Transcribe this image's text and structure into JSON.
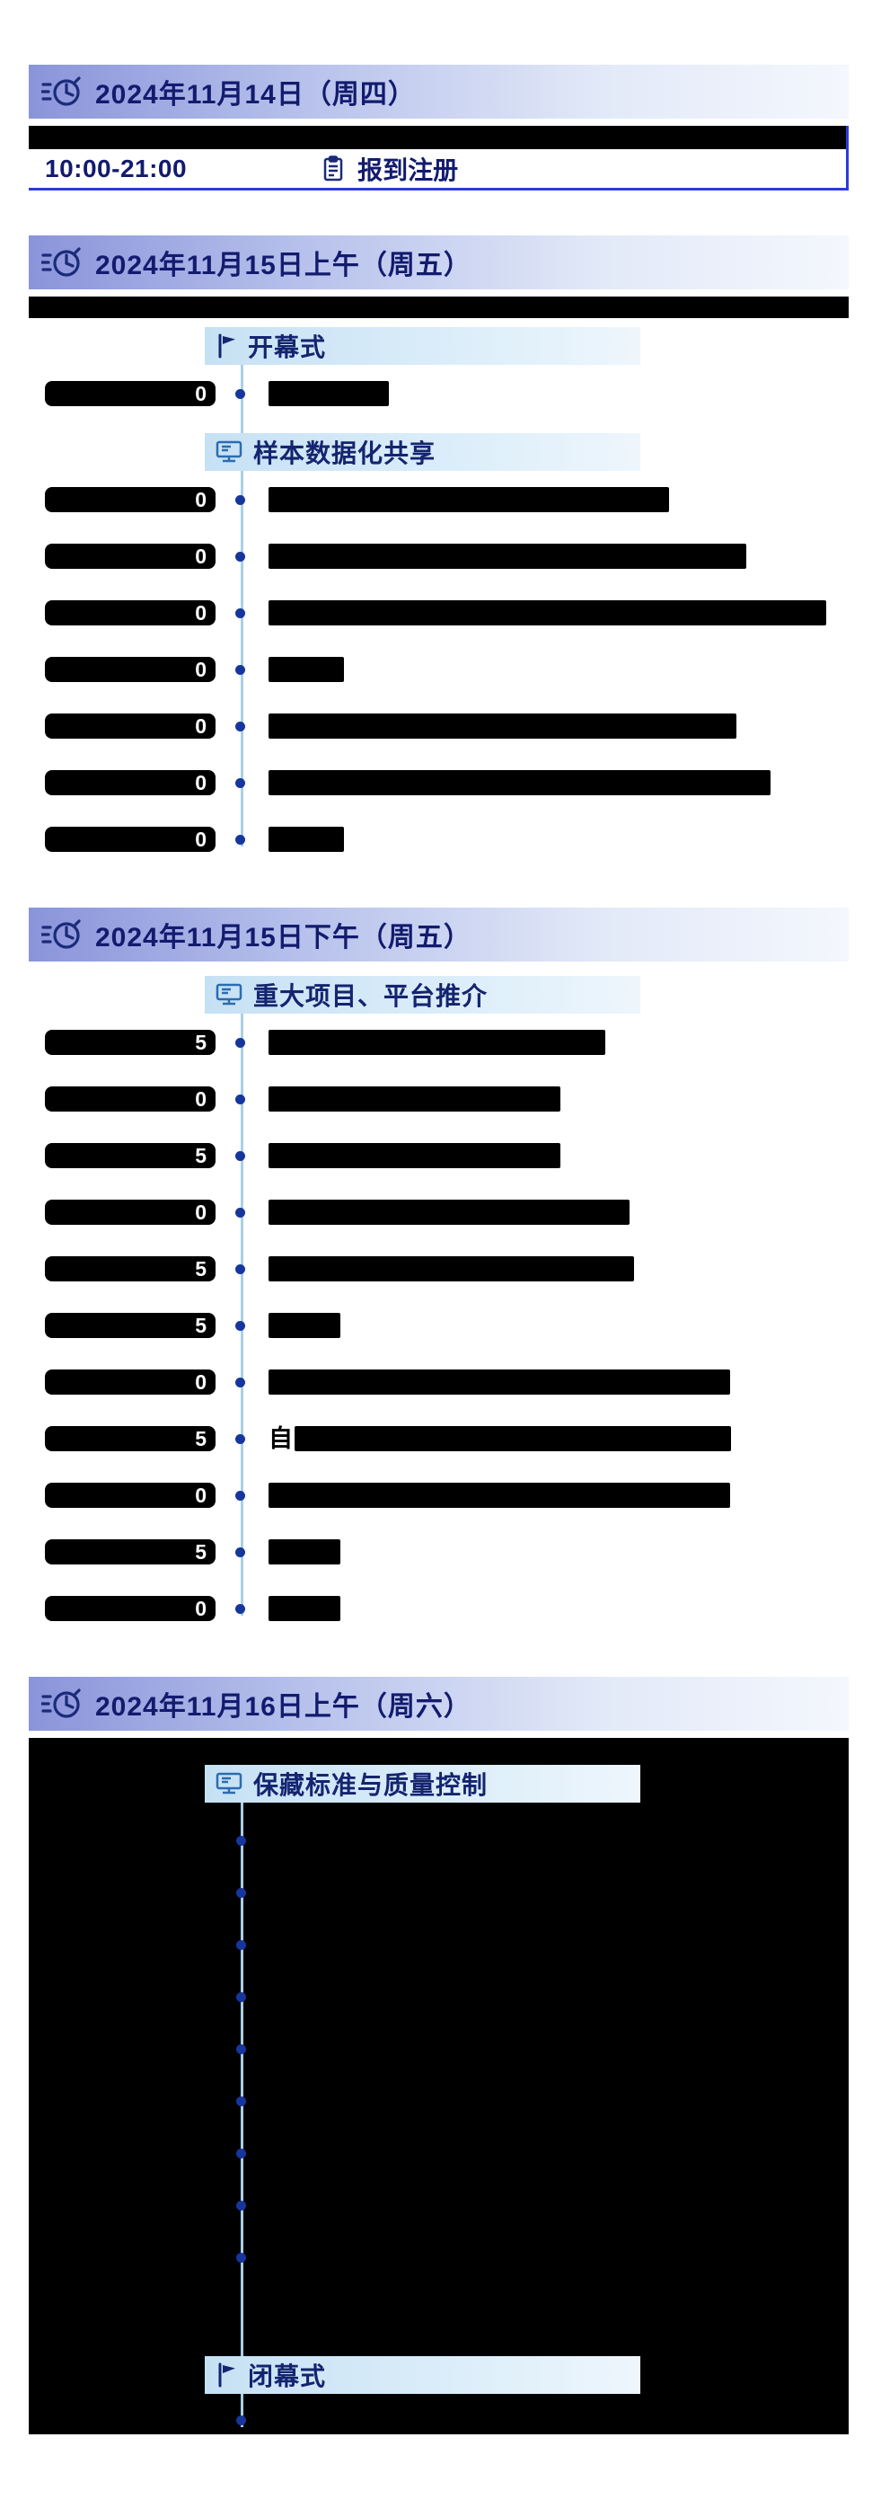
{
  "colors": {
    "navy_text": "#121b6e",
    "header_gradient_left": "#8a94da",
    "header_gradient_right": "#f4f7fd",
    "section_bar_left": "#c6e1f4",
    "section_bar_right": "#eef6fc",
    "timeline_line": "#a9cfe9",
    "timeline_dot": "#16369d",
    "table_border_blue": "#2b3cd6",
    "redaction": "#000000"
  },
  "icons": {
    "date_header": "alarm-clock-icon",
    "registration": "clipboard-icon",
    "ceremony": "flag-icon",
    "session": "monitor-icon"
  },
  "days": [
    {
      "title": "2024年11月14日（周四）",
      "registration": {
        "time": "10:00-21:00",
        "label": "报到注册"
      }
    },
    {
      "title": "2024年11月15日上午（周五）",
      "sections": [
        {
          "label": "开幕式"
        },
        {
          "label": "样本数据化共享"
        }
      ],
      "rows": [
        {
          "t": "0"
        },
        {
          "t": "0"
        },
        {
          "t": "0"
        },
        {
          "t": "0"
        },
        {
          "t": "0"
        },
        {
          "t": "0"
        },
        {
          "t": "0"
        },
        {
          "t": "0"
        }
      ]
    },
    {
      "title": "2024年11月15日下午（周五）",
      "sections": [
        {
          "label": "重大项目、平台推介"
        }
      ],
      "rows": [
        {
          "t": "5"
        },
        {
          "t": "0"
        },
        {
          "t": "5"
        },
        {
          "t": "0"
        },
        {
          "t": "5"
        },
        {
          "t": "5"
        },
        {
          "t": "0"
        },
        {
          "t": "5",
          "prefix": "自"
        },
        {
          "t": "0"
        },
        {
          "t": "5"
        },
        {
          "t": "0"
        }
      ]
    },
    {
      "title": "2024年11月16日上午（周六）",
      "sections": [
        {
          "label": "保藏标准与质量控制"
        },
        {
          "label": "闭幕式"
        }
      ]
    }
  ]
}
